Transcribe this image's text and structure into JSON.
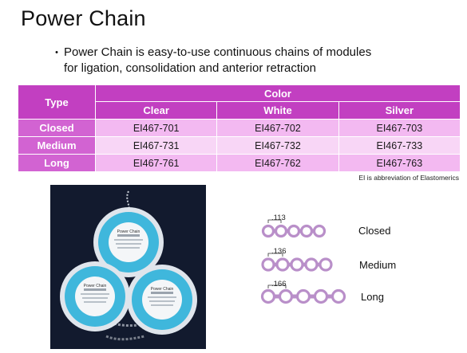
{
  "page": {
    "title": "Power Chain",
    "bullet": {
      "marker": "・",
      "line1": "Power Chain is easy-to-use continuous chains of modules",
      "line2": "for ligation, consolidation and anterior retraction"
    },
    "footnote": "EI is abbreviation of Elastomerics"
  },
  "table": {
    "type_header": "Type",
    "color_header": "Color",
    "columns": [
      "Clear",
      "White",
      "Silver"
    ],
    "rows": [
      {
        "type": "Closed",
        "values": [
          "EI467-701",
          "EI467-702",
          "EI467-703"
        ]
      },
      {
        "type": "Medium",
        "values": [
          "EI467-731",
          "EI467-732",
          "EI467-733"
        ]
      },
      {
        "type": "Long",
        "values": [
          "EI467-761",
          "EI467-762",
          "EI467-763"
        ]
      }
    ]
  },
  "photo": {
    "reel_label_title": "Power Chain",
    "background_color": "#121a2e"
  },
  "chains": [
    {
      "label": "Closed",
      "dimension": ".113",
      "modules": 5
    },
    {
      "label": "Medium",
      "dimension": ".136",
      "modules": 5
    },
    {
      "label": "Long",
      "dimension": ".166",
      "modules": 5
    }
  ],
  "colors": {
    "header": "#c23fc1",
    "row_label": "#d263d2",
    "row_light": "#f8d6f6",
    "row_medium": "#f3b9f1",
    "chain": "#b98fc9"
  }
}
